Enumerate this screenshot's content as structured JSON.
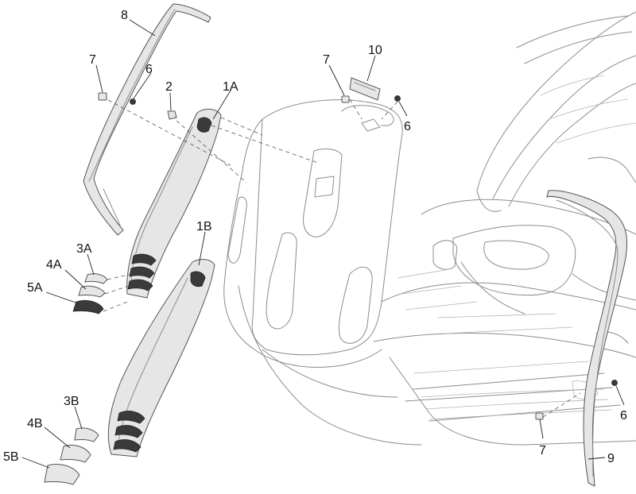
{
  "diagram": {
    "callouts": {
      "c8": "8",
      "c7a": "7",
      "c6a": "6",
      "c2": "2",
      "c1A": "1A",
      "c7b": "7",
      "c10": "10",
      "c6b": "6",
      "c1B": "1B",
      "c3A": "3A",
      "c4A": "4A",
      "c5A": "5A",
      "c3B": "3B",
      "c4B": "4B",
      "c5B": "5B",
      "c6c": "6",
      "c7c": "7",
      "c9": "9"
    }
  },
  "colors": {
    "line": "#8c8c8c",
    "part": "#e6e6e6",
    "dark": "#3a3a3a"
  }
}
